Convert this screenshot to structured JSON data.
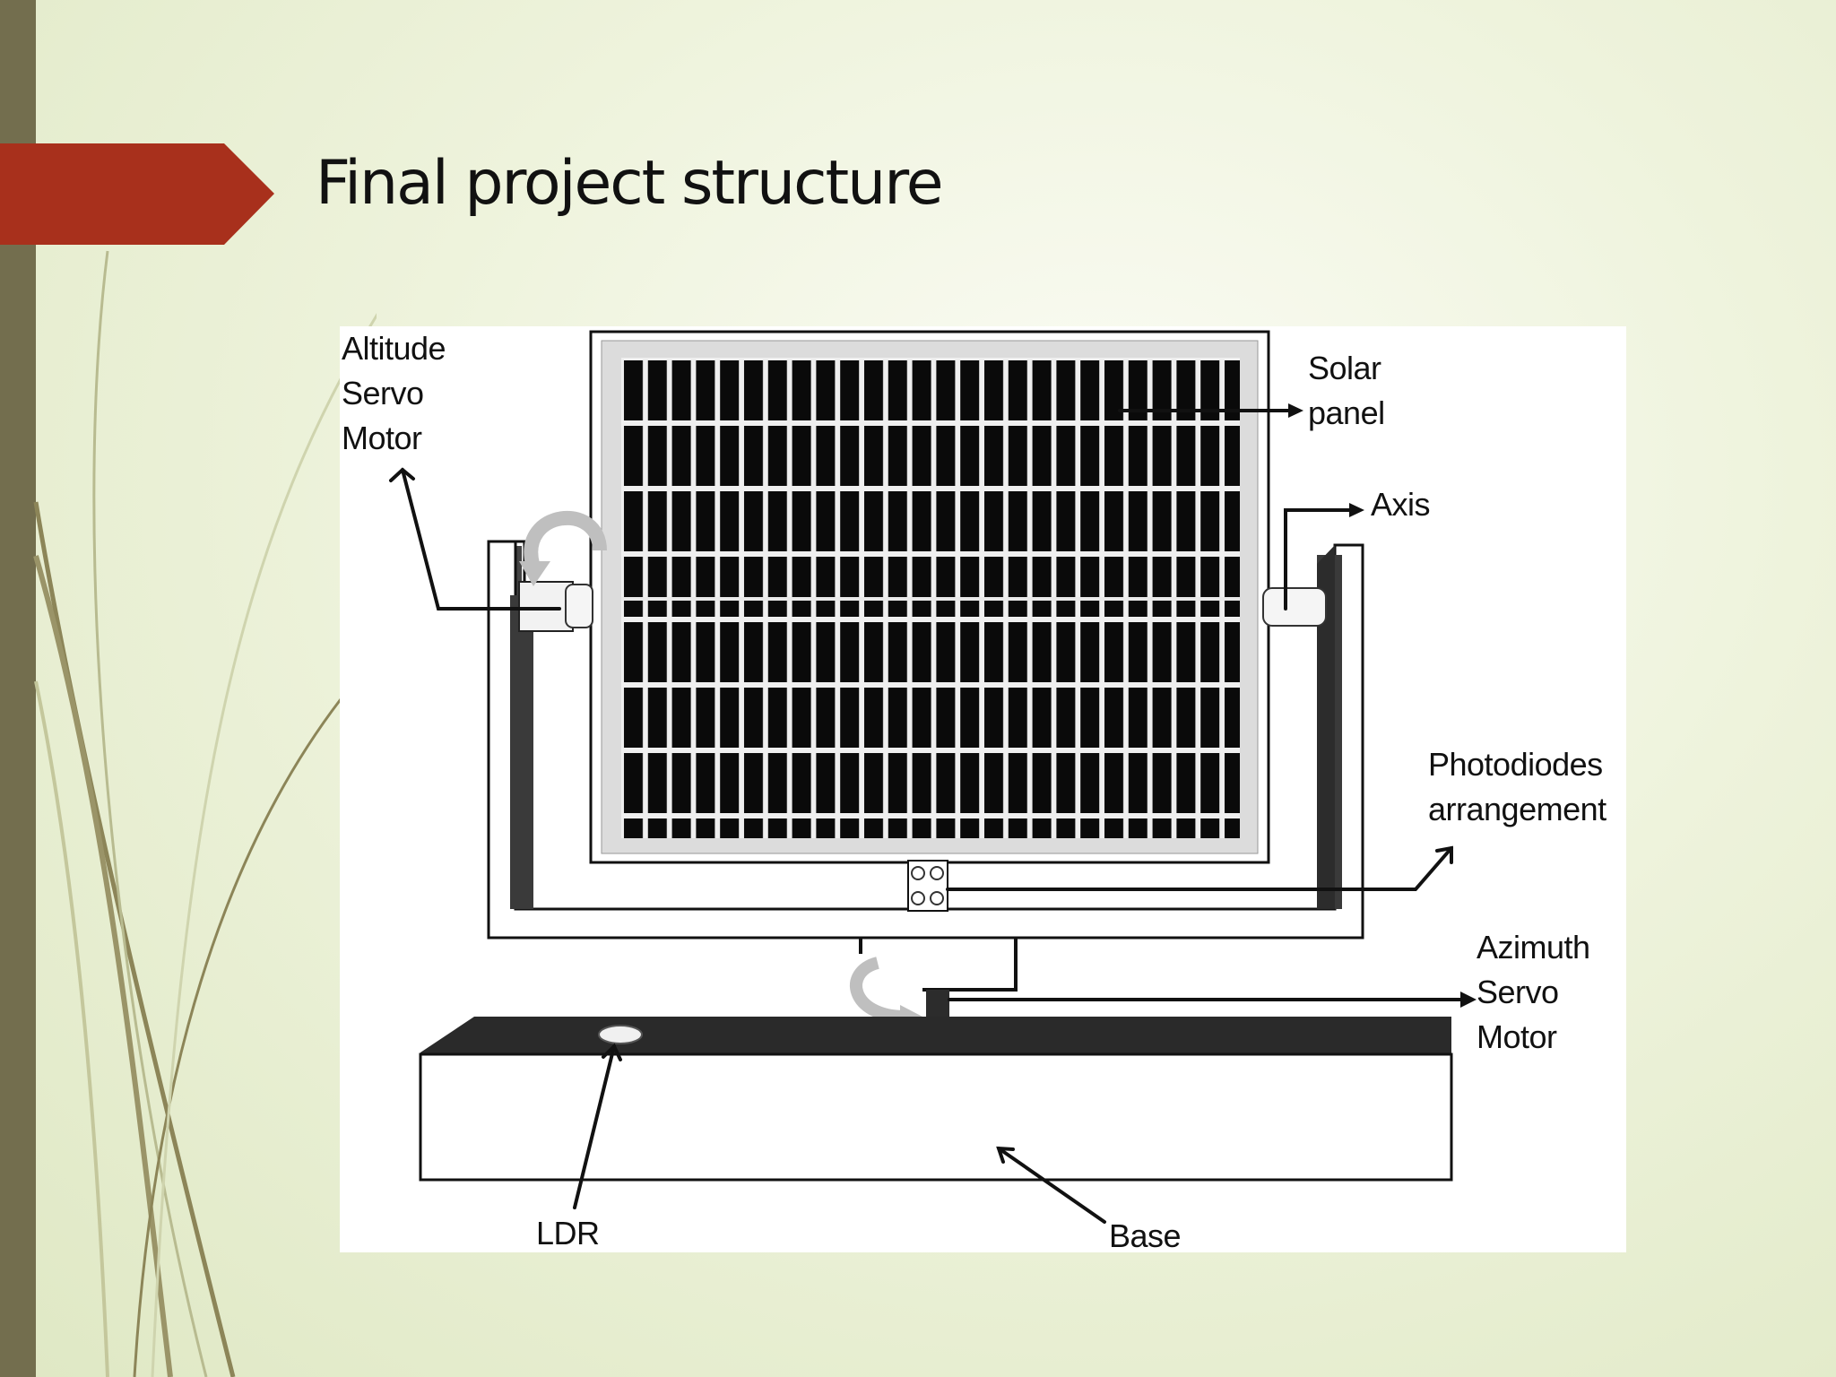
{
  "slide": {
    "title": "Final project structure",
    "accent_color": "#a8301c",
    "sidebar_color": "#736e4e"
  },
  "diagram": {
    "labels": {
      "altitude_servo_motor": "Altitude\nServo\nMotor",
      "solar_panel": "Solar\npanel",
      "axis": "Axis",
      "photodiodes_arrangement": "Photodiodes\narrangement",
      "azimuth_servo_motor": "Azimuth\nServo\nMotor",
      "ldr": "LDR",
      "base": "Base"
    }
  }
}
